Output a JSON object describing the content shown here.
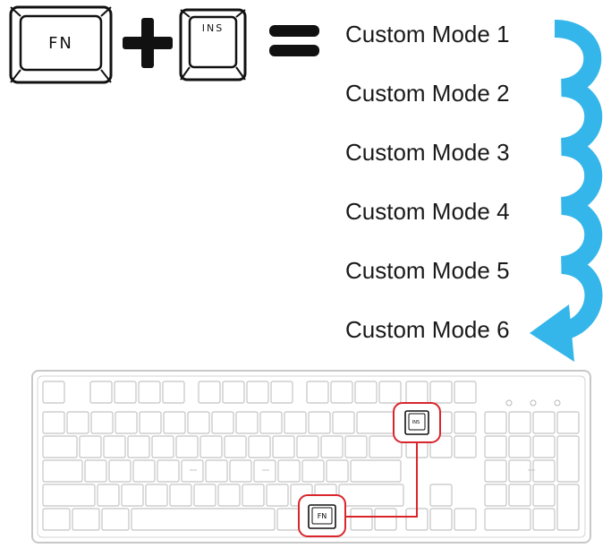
{
  "combo": {
    "key1_label": "FN",
    "key2_label": "INS"
  },
  "modes": [
    "Custom Mode 1",
    "Custom Mode 2",
    "Custom Mode 3",
    "Custom Mode 4",
    "Custom Mode 5",
    "Custom Mode 6"
  ],
  "keyboard": {
    "fn_label": "FN",
    "ins_label": "INS",
    "highlight_color": "#d9252b"
  },
  "colors": {
    "arrow": "#35b6ea",
    "key_outline": "#c8c8c8"
  }
}
